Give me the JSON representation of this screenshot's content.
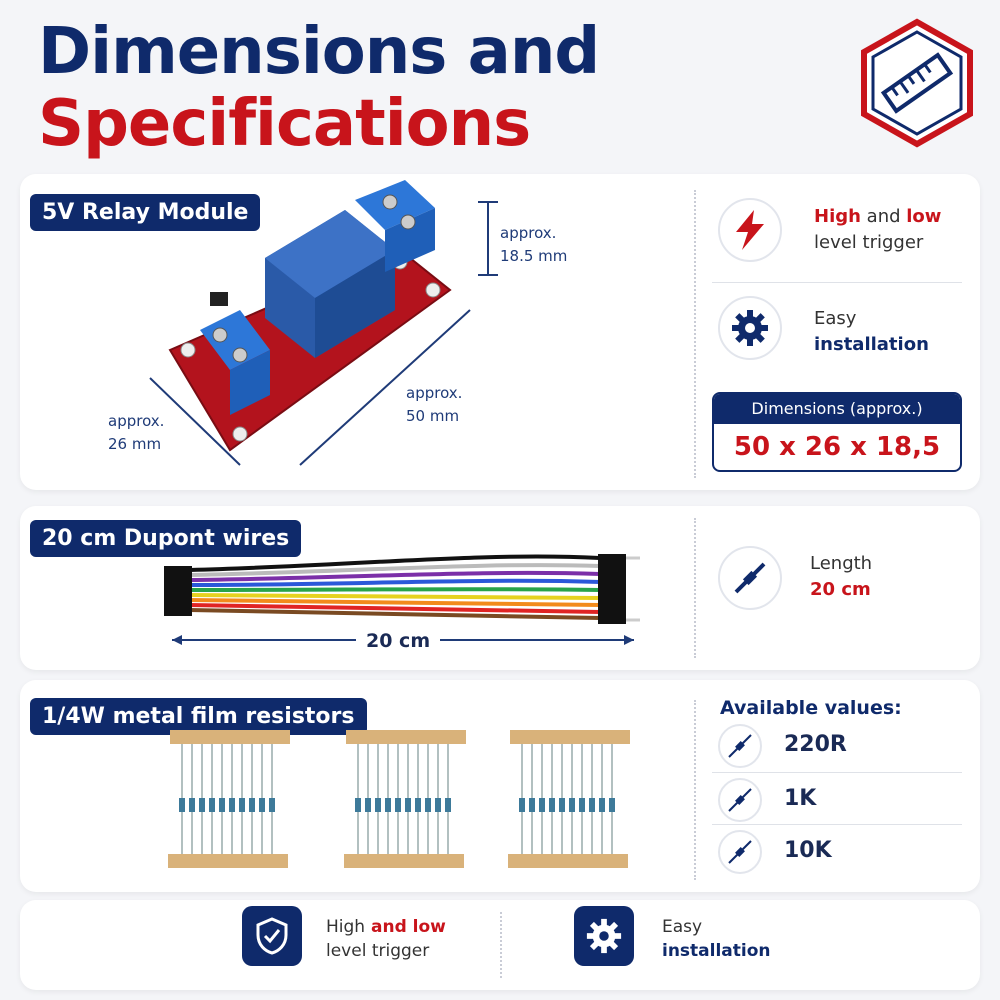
{
  "title": {
    "line1": "Dimensions and",
    "line2": "Specifications"
  },
  "relay": {
    "label": "5V Relay Module",
    "height_label": "approx.\n18.5 mm",
    "length_label": "approx.\n50 mm",
    "width_label": "approx.\n26 mm",
    "features": [
      {
        "hi": "High",
        "and": " and ",
        "lo": "low",
        "rest": "level trigger",
        "icon": "lightning-icon"
      },
      {
        "line1": "Easy",
        "line2": "installation",
        "icon": "gear-icon"
      }
    ],
    "dim_header": "Dimensions (approx.)",
    "dim_value": "50 x 26 x 18,5 mm"
  },
  "wires": {
    "label": "20 cm Dupont wires",
    "length_text": "20 cm",
    "feature_line1": "Length",
    "feature_line2": "20 cm",
    "icon": "wire-icon"
  },
  "resistors": {
    "label": "1/4W metal film resistors",
    "available_title": "Available values:",
    "values": [
      "220R",
      "1K",
      "10K"
    ],
    "icon": "resistor-icon"
  },
  "bottom": {
    "trigger_line1a": "High",
    "trigger_line1b": " and low",
    "trigger_line2": "level trigger",
    "install_line1": "Easy",
    "install_line2": "installation"
  },
  "colors": {
    "navy": "#0f2a6b",
    "red": "#c8141b"
  }
}
